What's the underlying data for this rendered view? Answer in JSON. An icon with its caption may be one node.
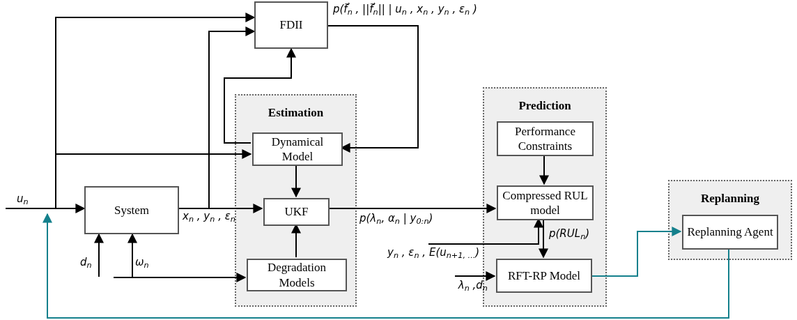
{
  "diagram": {
    "nodes": [
      {
        "text": [
          "Estimation"
        ]
      },
      {
        "text": [
          "Prediction"
        ]
      },
      {
        "text": [
          "Replanning"
        ]
      },
      {
        "text": [
          "FDII"
        ]
      },
      {
        "text": [
          "System"
        ]
      },
      {
        "text": [
          "Dynamical Model"
        ],
        "in": 0
      },
      {
        "text": [
          "UKF"
        ],
        "in": 0
      },
      {
        "text": [
          "Degradation Models"
        ],
        "in": 0
      },
      {
        "text": [
          "Performance Constraints"
        ],
        "in": 1
      },
      {
        "text": [
          "Compressed RUL model"
        ],
        "in": 1
      },
      {
        "text": [
          "RFT-RP Model"
        ],
        "in": 1
      },
      {
        "text": [
          "Replanning Agent"
        ],
        "in": 2
      }
    ],
    "edges": [
      {
        "from": null,
        "to": 4,
        "arrow": "to",
        "label": "u$_{n}$"
      },
      {
        "from": null,
        "to": 3,
        "arrow": "to"
      },
      {
        "from": null,
        "to": 5,
        "arrow": "to"
      },
      {
        "from": 4,
        "to": 6,
        "arrow": "to",
        "label": "x$_{n}$ , y$_{n}$ , ε$_{n}$"
      },
      {
        "from": 4,
        "to": 3,
        "arrow": "to"
      },
      {
        "from": 5,
        "to": 3,
        "arrow": "to"
      },
      {
        "from": 3,
        "to": 5,
        "arrow": "to",
        "label": "p(f⃗$_{n}$ , ||f⃗$_{n}$|| | u$_{n}$ , x$_{n}$ , y$_{n}$ , ε$_{n}$ )"
      },
      {
        "from": 5,
        "to": 6,
        "arrow": "to"
      },
      {
        "from": 7,
        "to": 6,
        "arrow": "to"
      },
      {
        "from": 6,
        "to": 9,
        "arrow": "to",
        "label": "p(λ$_{n}$, α$_{n}$ | y$_{0:n}$)"
      },
      {
        "from": 8,
        "to": 9,
        "arrow": "to"
      },
      {
        "from": 9,
        "to": 10,
        "arrow": "to",
        "label": "p(RUL$_{n}$)"
      },
      {
        "from": null,
        "to": 9,
        "arrow": "to",
        "label": "y$_{n}$ , ε$_{n}$ , E(u$_{n+1, ...}$)"
      },
      {
        "from": null,
        "to": 10,
        "arrow": "to",
        "label": "λ$_{n}$ ,d$_{n}$"
      },
      {
        "from": null,
        "to": 4,
        "arrow": "to",
        "label": "d$_{n}$"
      },
      {
        "from": null,
        "to": 4,
        "arrow": "to",
        "label": "ω$_{n}$"
      },
      {
        "from": null,
        "to": 7,
        "arrow": "to"
      },
      {
        "from": 10,
        "to": 11,
        "arrow": "to",
        "color": "#14808c"
      },
      {
        "from": 11,
        "to": null,
        "arrow": "to",
        "color": "#14808c"
      }
    ]
  }
}
